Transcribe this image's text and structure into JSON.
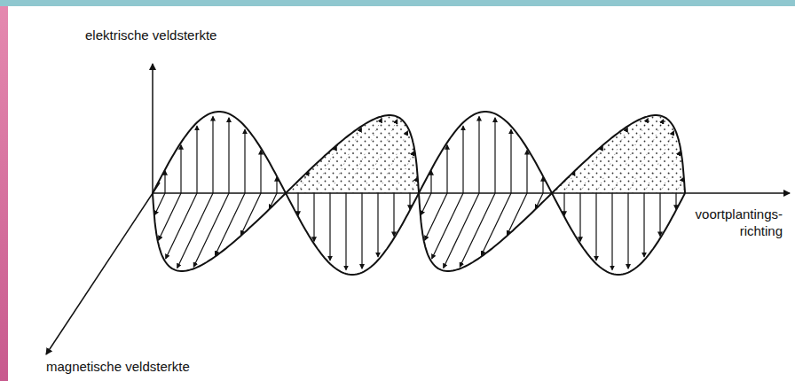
{
  "diagram": {
    "labels": [
      "elektrische veldsterkte",
      "voortplantings- richting",
      "magnetische veldsterkte"
    ]
  }
}
